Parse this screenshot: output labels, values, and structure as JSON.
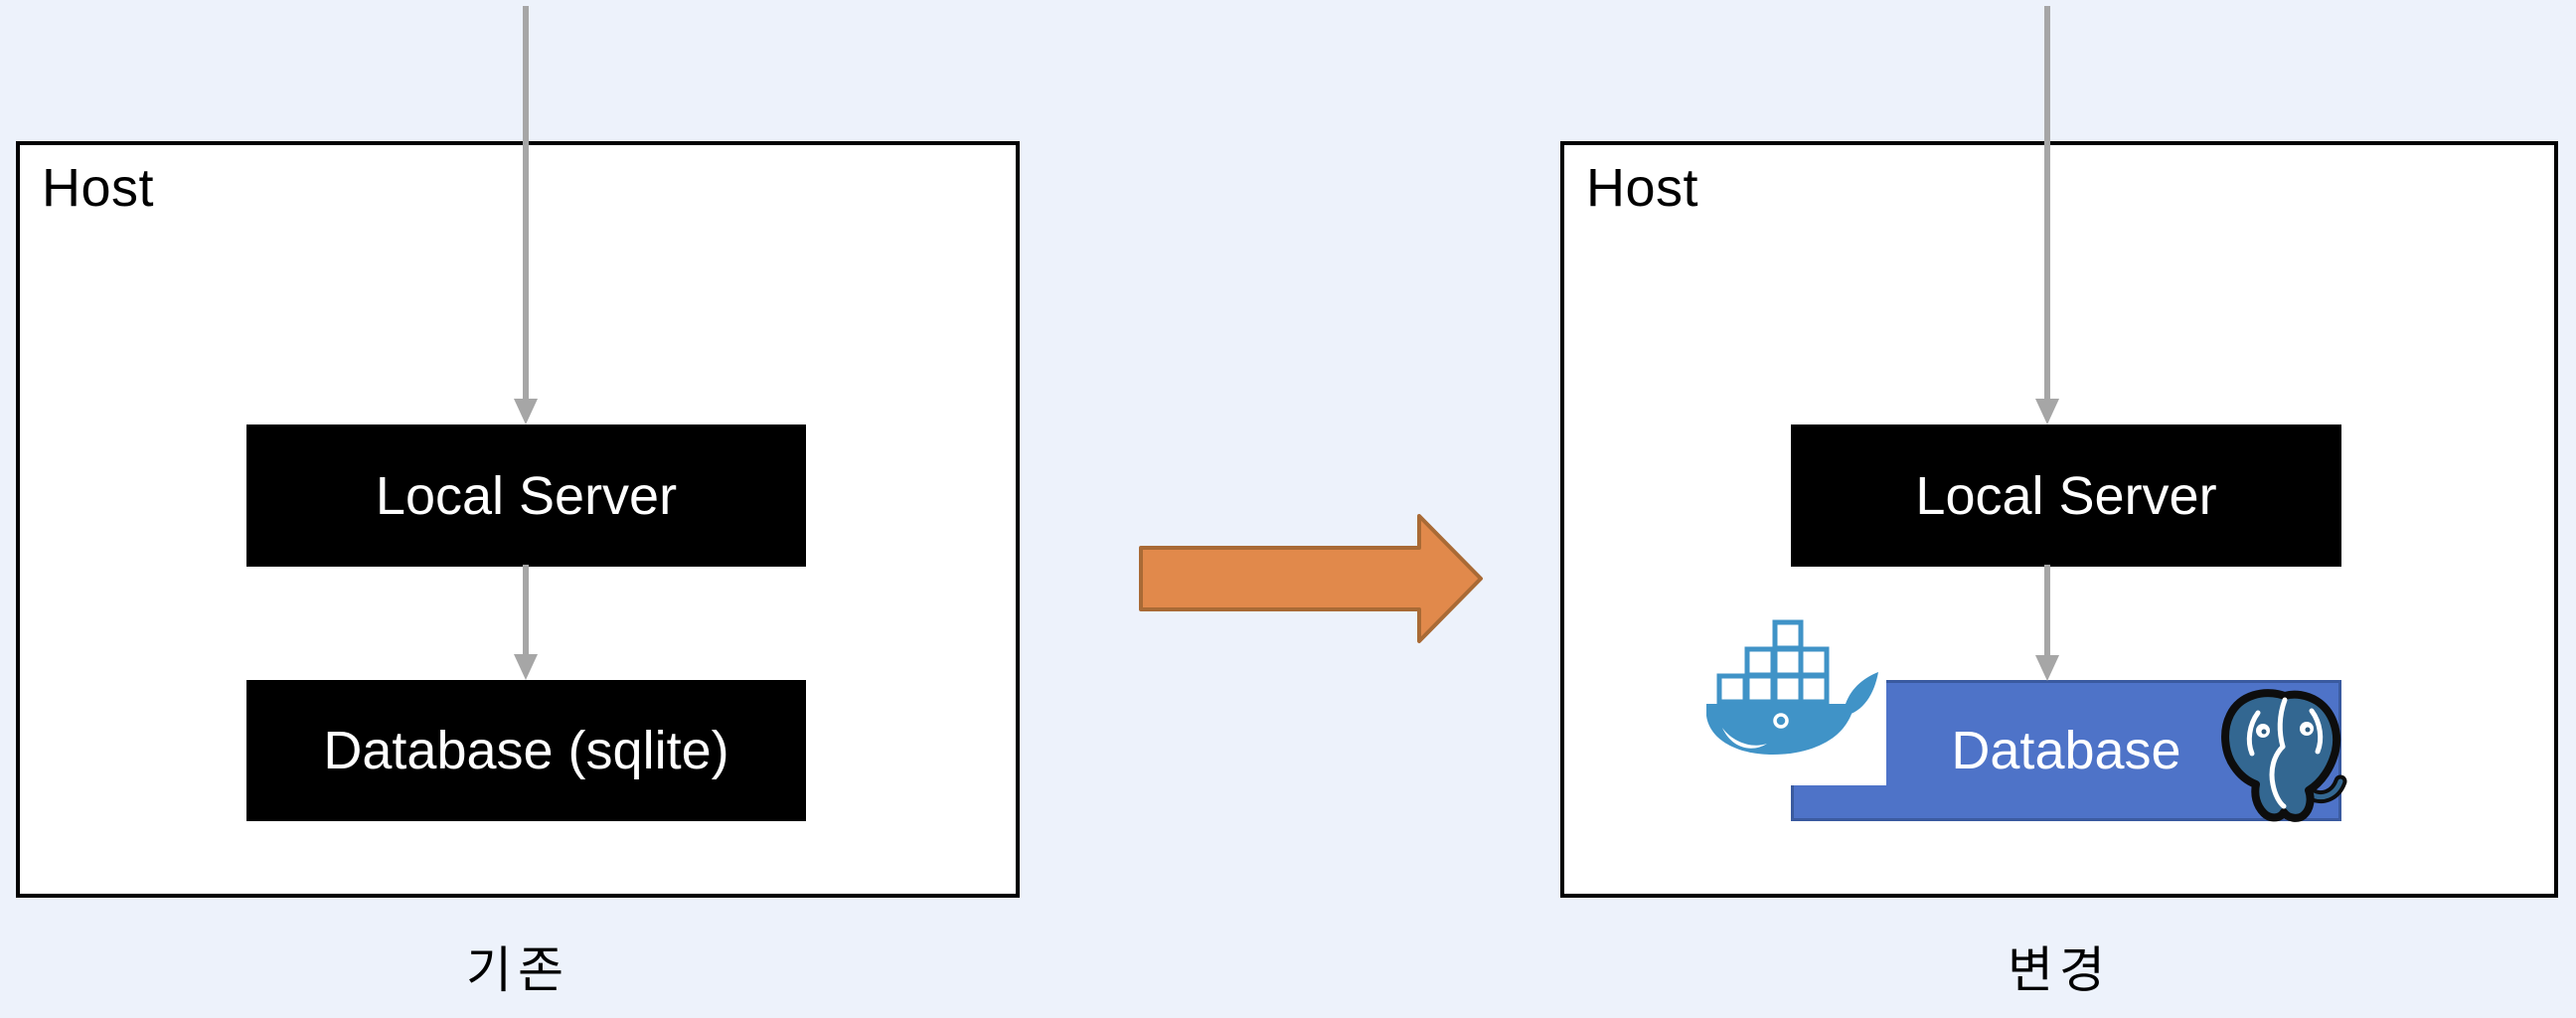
{
  "diagram": {
    "left": {
      "host_label": "Host",
      "server_label": "Local Server",
      "database_label": "Database (sqlite)",
      "caption": "기존"
    },
    "right": {
      "host_label": "Host",
      "server_label": "Local Server",
      "database_label": "Database",
      "caption": "변경",
      "docker_icon": "docker-whale-icon",
      "postgresql_icon": "postgresql-elephant-icon"
    },
    "transition_arrow_icon": "right-arrow-icon",
    "connector_icon": "down-arrow-icon"
  },
  "colors": {
    "background": "#EDF2FB",
    "host_fill": "#FFFFFF",
    "host_border": "#000000",
    "node_fill": "#000000",
    "node_text": "#FFFFFF",
    "database_fill": "#4E73C8",
    "database_border": "#3A5A9F",
    "connector_gray": "#A6A6A6",
    "transition_arrow_fill": "#E1894B",
    "transition_arrow_border": "#A96A35",
    "docker_blue": "#4093C7",
    "postgresql_blue": "#336791"
  }
}
